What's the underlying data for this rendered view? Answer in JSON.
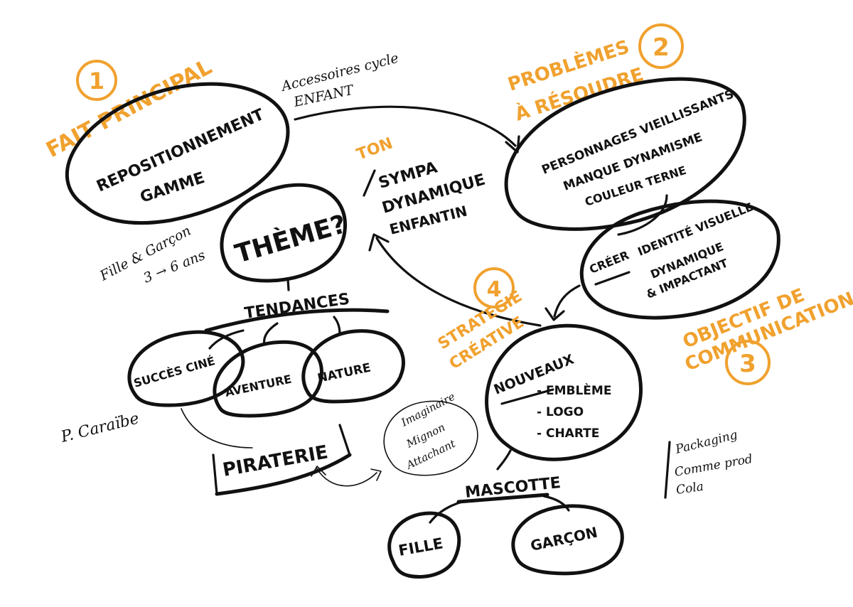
{
  "colors": {
    "ink": "#111111",
    "accent": "#F0A12E",
    "background": "#ffffff"
  },
  "section1": {
    "number": "1",
    "title": "FAIT PRINCIPAL",
    "bubble_line1": "REPOSITIONNEMENT",
    "bubble_line2": "GAMME"
  },
  "context_note": {
    "line1": "Accessoires cycle",
    "line2": "ENFANT"
  },
  "section2": {
    "number": "2",
    "title_line1": "PROBLÈMES",
    "title_line2": "À RÉSOUDRE",
    "bubble_line1": "PERSONNAGES VIEILLISSANTS",
    "bubble_line2": "MANQUE DYNAMISME",
    "bubble_line3": "COULEUR TERNE"
  },
  "tone": {
    "label": "TON",
    "line1": "SYMPA",
    "line2": "DYNAMIQUE",
    "line3": "ENFANTIN"
  },
  "theme": {
    "bubble": "THÈME?"
  },
  "target_note": {
    "line1": "Fille & Garçon",
    "line2": "3 → 6 ans"
  },
  "section3": {
    "number": "3",
    "title_line1": "OBJECTIF DE",
    "title_line2": "COMMUNICATION",
    "bubble_line1_prefix": "CRÉER",
    "bubble_line1_rest": "IDENTITÉ VISUELLE",
    "bubble_line2": "DYNAMIQUE",
    "bubble_line3": "& IMPACTANT"
  },
  "trends": {
    "title": "TENDANCES",
    "items": [
      "SUCCÈS CINÉ",
      "AVENTURE",
      "NATURE"
    ],
    "example": "P. Caraïbe",
    "result": "PIRATERIE"
  },
  "section4": {
    "number": "4",
    "title_line1": "STRATÉGIE",
    "title_line2": "CRÉATIVE",
    "bubble_title": "NOUVEAUX",
    "list": [
      "- EMBLÈME",
      "- LOGO",
      "- CHARTE"
    ]
  },
  "mascot_values": {
    "line1": "Imaginaire",
    "line2": "Mignon",
    "line3": "Attachant"
  },
  "packaging_note": {
    "line1": "Packaging",
    "line2": "Comme prod",
    "line3": "Cola"
  },
  "mascot": {
    "title": "MASCOTTE",
    "options": [
      "FILLE",
      "GARÇON"
    ]
  }
}
